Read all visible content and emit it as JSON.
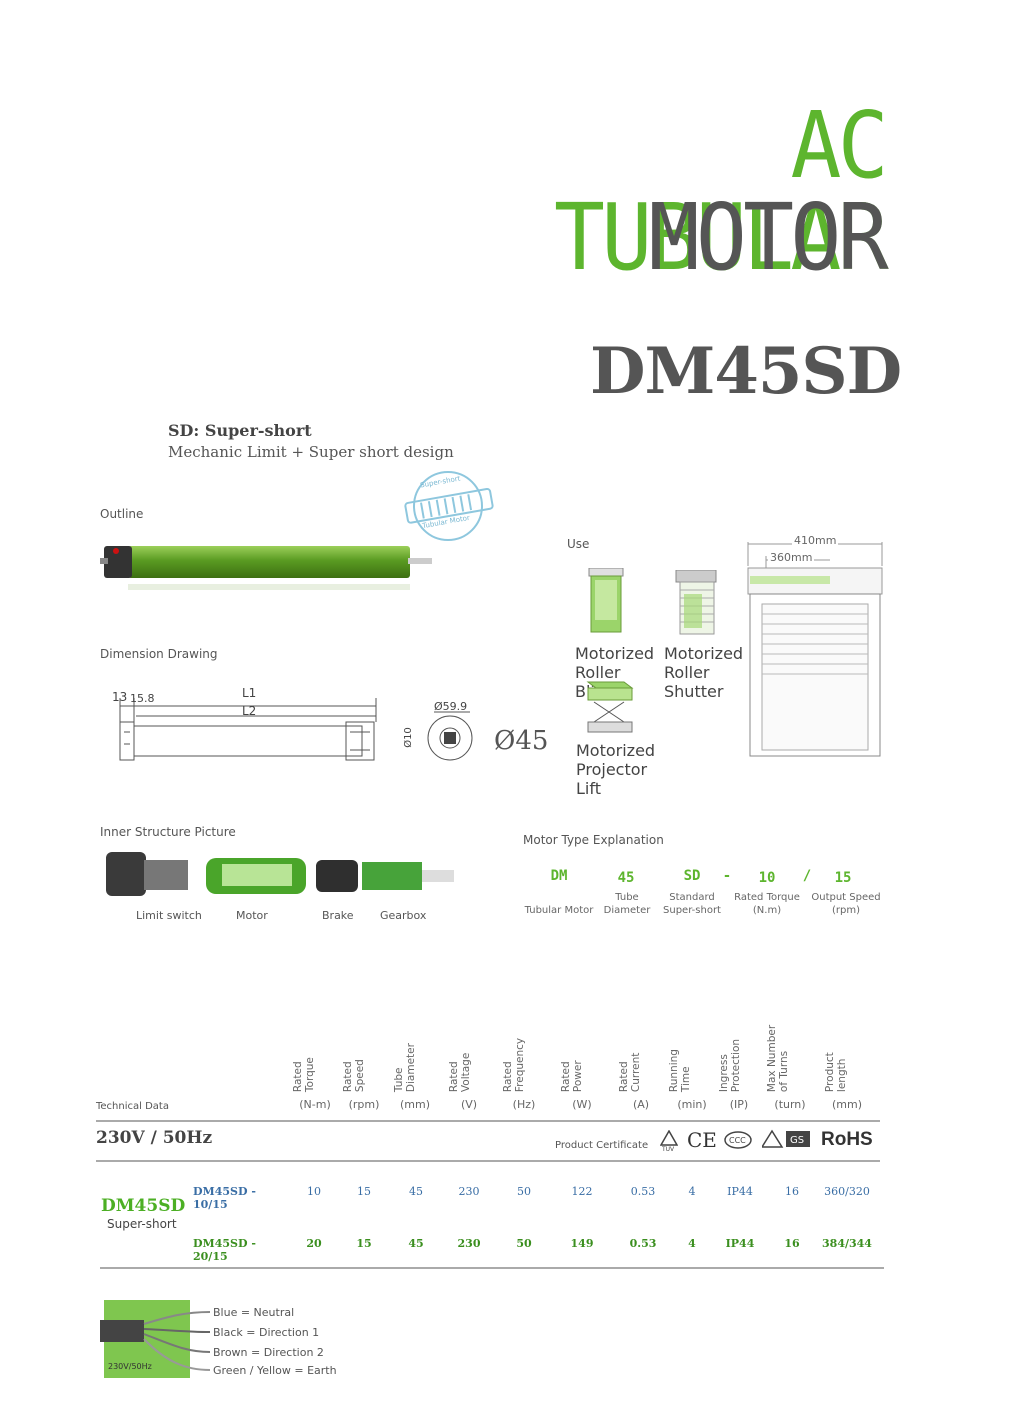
{
  "header": {
    "title_line1": "AC TUBULAR",
    "title_line2": "MOTOR",
    "model": "DM45SD",
    "sd_title": "SD: Super-short",
    "sd_subtitle": "Mechanic Limit + Super short design"
  },
  "stamp": {
    "top": "Super-short",
    "bottom": "Tubular Motor"
  },
  "sections": {
    "outline": "Outline",
    "dimension": "Dimension Drawing",
    "use": "Use",
    "inner": "Inner Structure Picture",
    "motor_type": "Motor Type Explanation"
  },
  "dimensions": {
    "d13": "13",
    "d158": "15.8",
    "l1": "L1",
    "l2": "L2",
    "d599": "Ø59.9",
    "d10": "Ø10",
    "phi45": "Ø45"
  },
  "use_items": [
    {
      "label": "Motorized Roller Blinds"
    },
    {
      "label": "Motorized Roller Shutter"
    },
    {
      "label": "Motorized Projector Lift"
    }
  ],
  "shutter": {
    "dim1": "410mm",
    "dim2": "360mm"
  },
  "inner_parts": [
    "Limit switch",
    "Motor",
    "Brake",
    "Gearbox"
  ],
  "motor_type": {
    "codes": [
      "DM",
      "45",
      "SD",
      "-",
      "10",
      "/",
      "15"
    ],
    "desc": [
      "Tubular Motor",
      "Tube Diameter",
      "Standard Super-short",
      "",
      "Rated Torque (N.m)",
      "",
      "Output Speed (rpm)"
    ]
  },
  "table": {
    "label": "Technical Data",
    "headers": [
      {
        "name": "Rated\nTorque",
        "unit": "(N-m)"
      },
      {
        "name": "Rated\nSpeed",
        "unit": "(rpm)"
      },
      {
        "name": "Tube\nDiameter",
        "unit": "(mm)"
      },
      {
        "name": "Rated\nVoltage",
        "unit": "(V)"
      },
      {
        "name": "Rated\nFrequency",
        "unit": "(Hz)"
      },
      {
        "name": "Rated\nPower",
        "unit": "(W)"
      },
      {
        "name": "Rated\nCurrent",
        "unit": "(A)"
      },
      {
        "name": "Running\nTime",
        "unit": "(min)"
      },
      {
        "name": "Ingress\nProtection",
        "unit": "(IP)"
      },
      {
        "name": "Max Number\nof Turns",
        "unit": "(turn)"
      },
      {
        "name": "Product\nlength",
        "unit": "(mm)"
      }
    ],
    "voltage": "230V / 50Hz",
    "cert_label": "Product Certificate",
    "certs": [
      "CE",
      "RoHS"
    ],
    "model": "DM45SD",
    "model_sub": "Super-short",
    "rows": [
      {
        "name": "DM45SD - 10/15",
        "values": [
          "10",
          "15",
          "45",
          "230",
          "50",
          "122",
          "0.53",
          "4",
          "IP44",
          "16",
          "360/320"
        ]
      },
      {
        "name": "DM45SD - 20/15",
        "values": [
          "20",
          "15",
          "45",
          "230",
          "50",
          "149",
          "0.53",
          "4",
          "IP44",
          "16",
          "384/344"
        ]
      }
    ]
  },
  "wiring": {
    "tag": "230V/50Hz",
    "lines": [
      "Blue = Neutral",
      "Black = Direction 1",
      "Brown = Direction 2",
      "Green / Yellow = Earth"
    ]
  },
  "colors": {
    "brand_green": "#5db52e",
    "dark_gray": "#555555",
    "table_blue": "#3a6ea5"
  }
}
